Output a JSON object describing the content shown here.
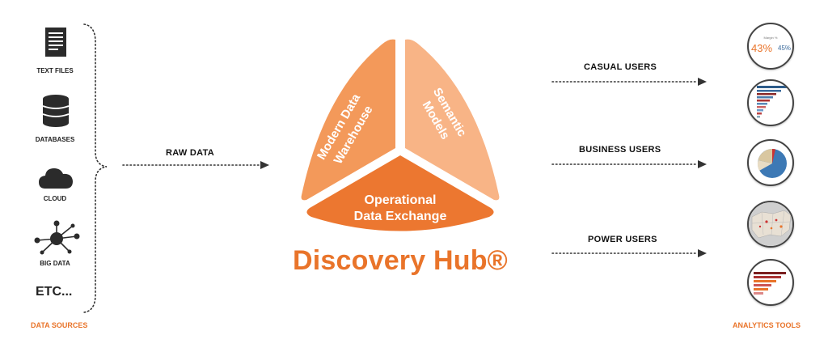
{
  "sources": {
    "items": [
      {
        "label": "TEXT FILES",
        "icon": "text-file-icon"
      },
      {
        "label": "DATABASES",
        "icon": "database-icon"
      },
      {
        "label": "CLOUD",
        "icon": "cloud-icon"
      },
      {
        "label": "BIG DATA",
        "icon": "network-icon"
      }
    ],
    "etc": "ETC...",
    "footer": "DATA SOURCES"
  },
  "flow": {
    "raw": "RAW DATA",
    "casual": "CASUAL USERS",
    "business": "BUSINESS USERS",
    "power": "POWER USERS"
  },
  "hub": {
    "segment_left": [
      "Modern Data",
      "Warehouse"
    ],
    "segment_right": [
      "Semantic",
      "Models"
    ],
    "segment_bottom": [
      "Operational",
      "Data Exchange"
    ],
    "brand": "Discovery Hub®",
    "colors": {
      "left": "#f3995a",
      "right": "#f8b486",
      "bottom": "#ec7730",
      "brand": "#e9742a"
    }
  },
  "tools": {
    "footer": "ANALYTICS TOOLS",
    "gauge": {
      "caption": "Margin %",
      "value_left": "43%",
      "value_right": "45%"
    }
  }
}
